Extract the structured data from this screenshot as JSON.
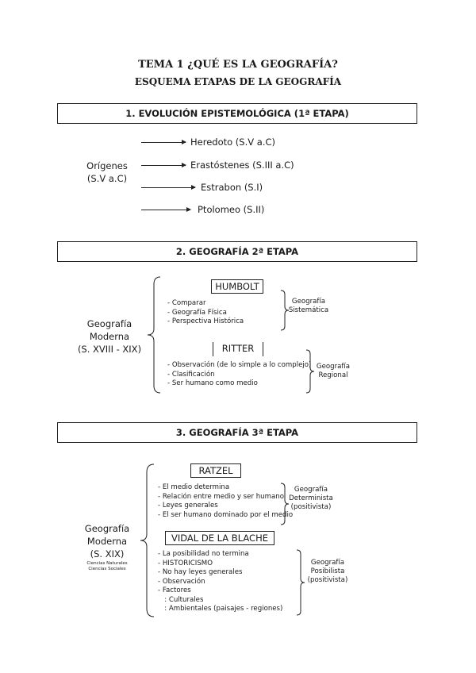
{
  "title": "TEMA 1 ¿QUÉ ES LA GEOGRAFÍA?",
  "subtitle": "ESQUEMA ETAPAS DE LA GEOGRAFÍA",
  "stage1": {
    "heading": "1.  EVOLUCIÓN EPISTEMOLÓGICA (1ª ETAPA)",
    "origins_label": [
      "Orígenes",
      "(S.V a.C)"
    ],
    "authors": [
      "Heredoto (S.V a.C)",
      "Erastóstenes (S.III a.C)",
      "Estrabon (S.I)",
      "Ptolomeo (S.II)"
    ]
  },
  "stage2": {
    "heading": "2.  GEOGRAFÍA 2ª ETAPA",
    "label": [
      "Geografía",
      "Moderna",
      "(S. XVIII - XIX)"
    ],
    "humbolt": {
      "name": "HUMBOLT",
      "items": [
        "- Comparar",
        "- Geografía Física",
        "- Perspectiva Histórica"
      ],
      "type": [
        "Geografía",
        "Sistemática"
      ]
    },
    "ritter": {
      "name": "RITTER",
      "items": [
        "- Observación (de lo simple a lo complejo)",
        "- Clasificación",
        "- Ser humano como medio"
      ],
      "type": [
        "Geografía",
        "Regional"
      ]
    }
  },
  "stage3": {
    "heading": "3.  GEOGRAFÍA 3ª ETAPA",
    "label": [
      "Geografía",
      "Moderna",
      "(S. XIX)"
    ],
    "note": [
      "Ciencias Naturales",
      "Ciencias Sociales"
    ],
    "ratzel": {
      "name": "RATZEL",
      "items": [
        "- El medio determina",
        "- Relación entre medio y ser humano",
        "- Leyes generales",
        "- El ser humano dominado por el medio"
      ],
      "type": [
        "Geografía",
        "Determinista",
        "(positivista)"
      ]
    },
    "vidal": {
      "name": "VIDAL DE LA BLACHE",
      "items": [
        "- La posibilidad no termina",
        "- HISTORICISMO",
        "- No hay leyes generales",
        "- Observación",
        "- Factores",
        "   : Culturales",
        "   : Ambientales (paisajes - regiones)"
      ],
      "type": [
        "Geografía",
        "Posibilista",
        "(positivista)"
      ]
    }
  }
}
